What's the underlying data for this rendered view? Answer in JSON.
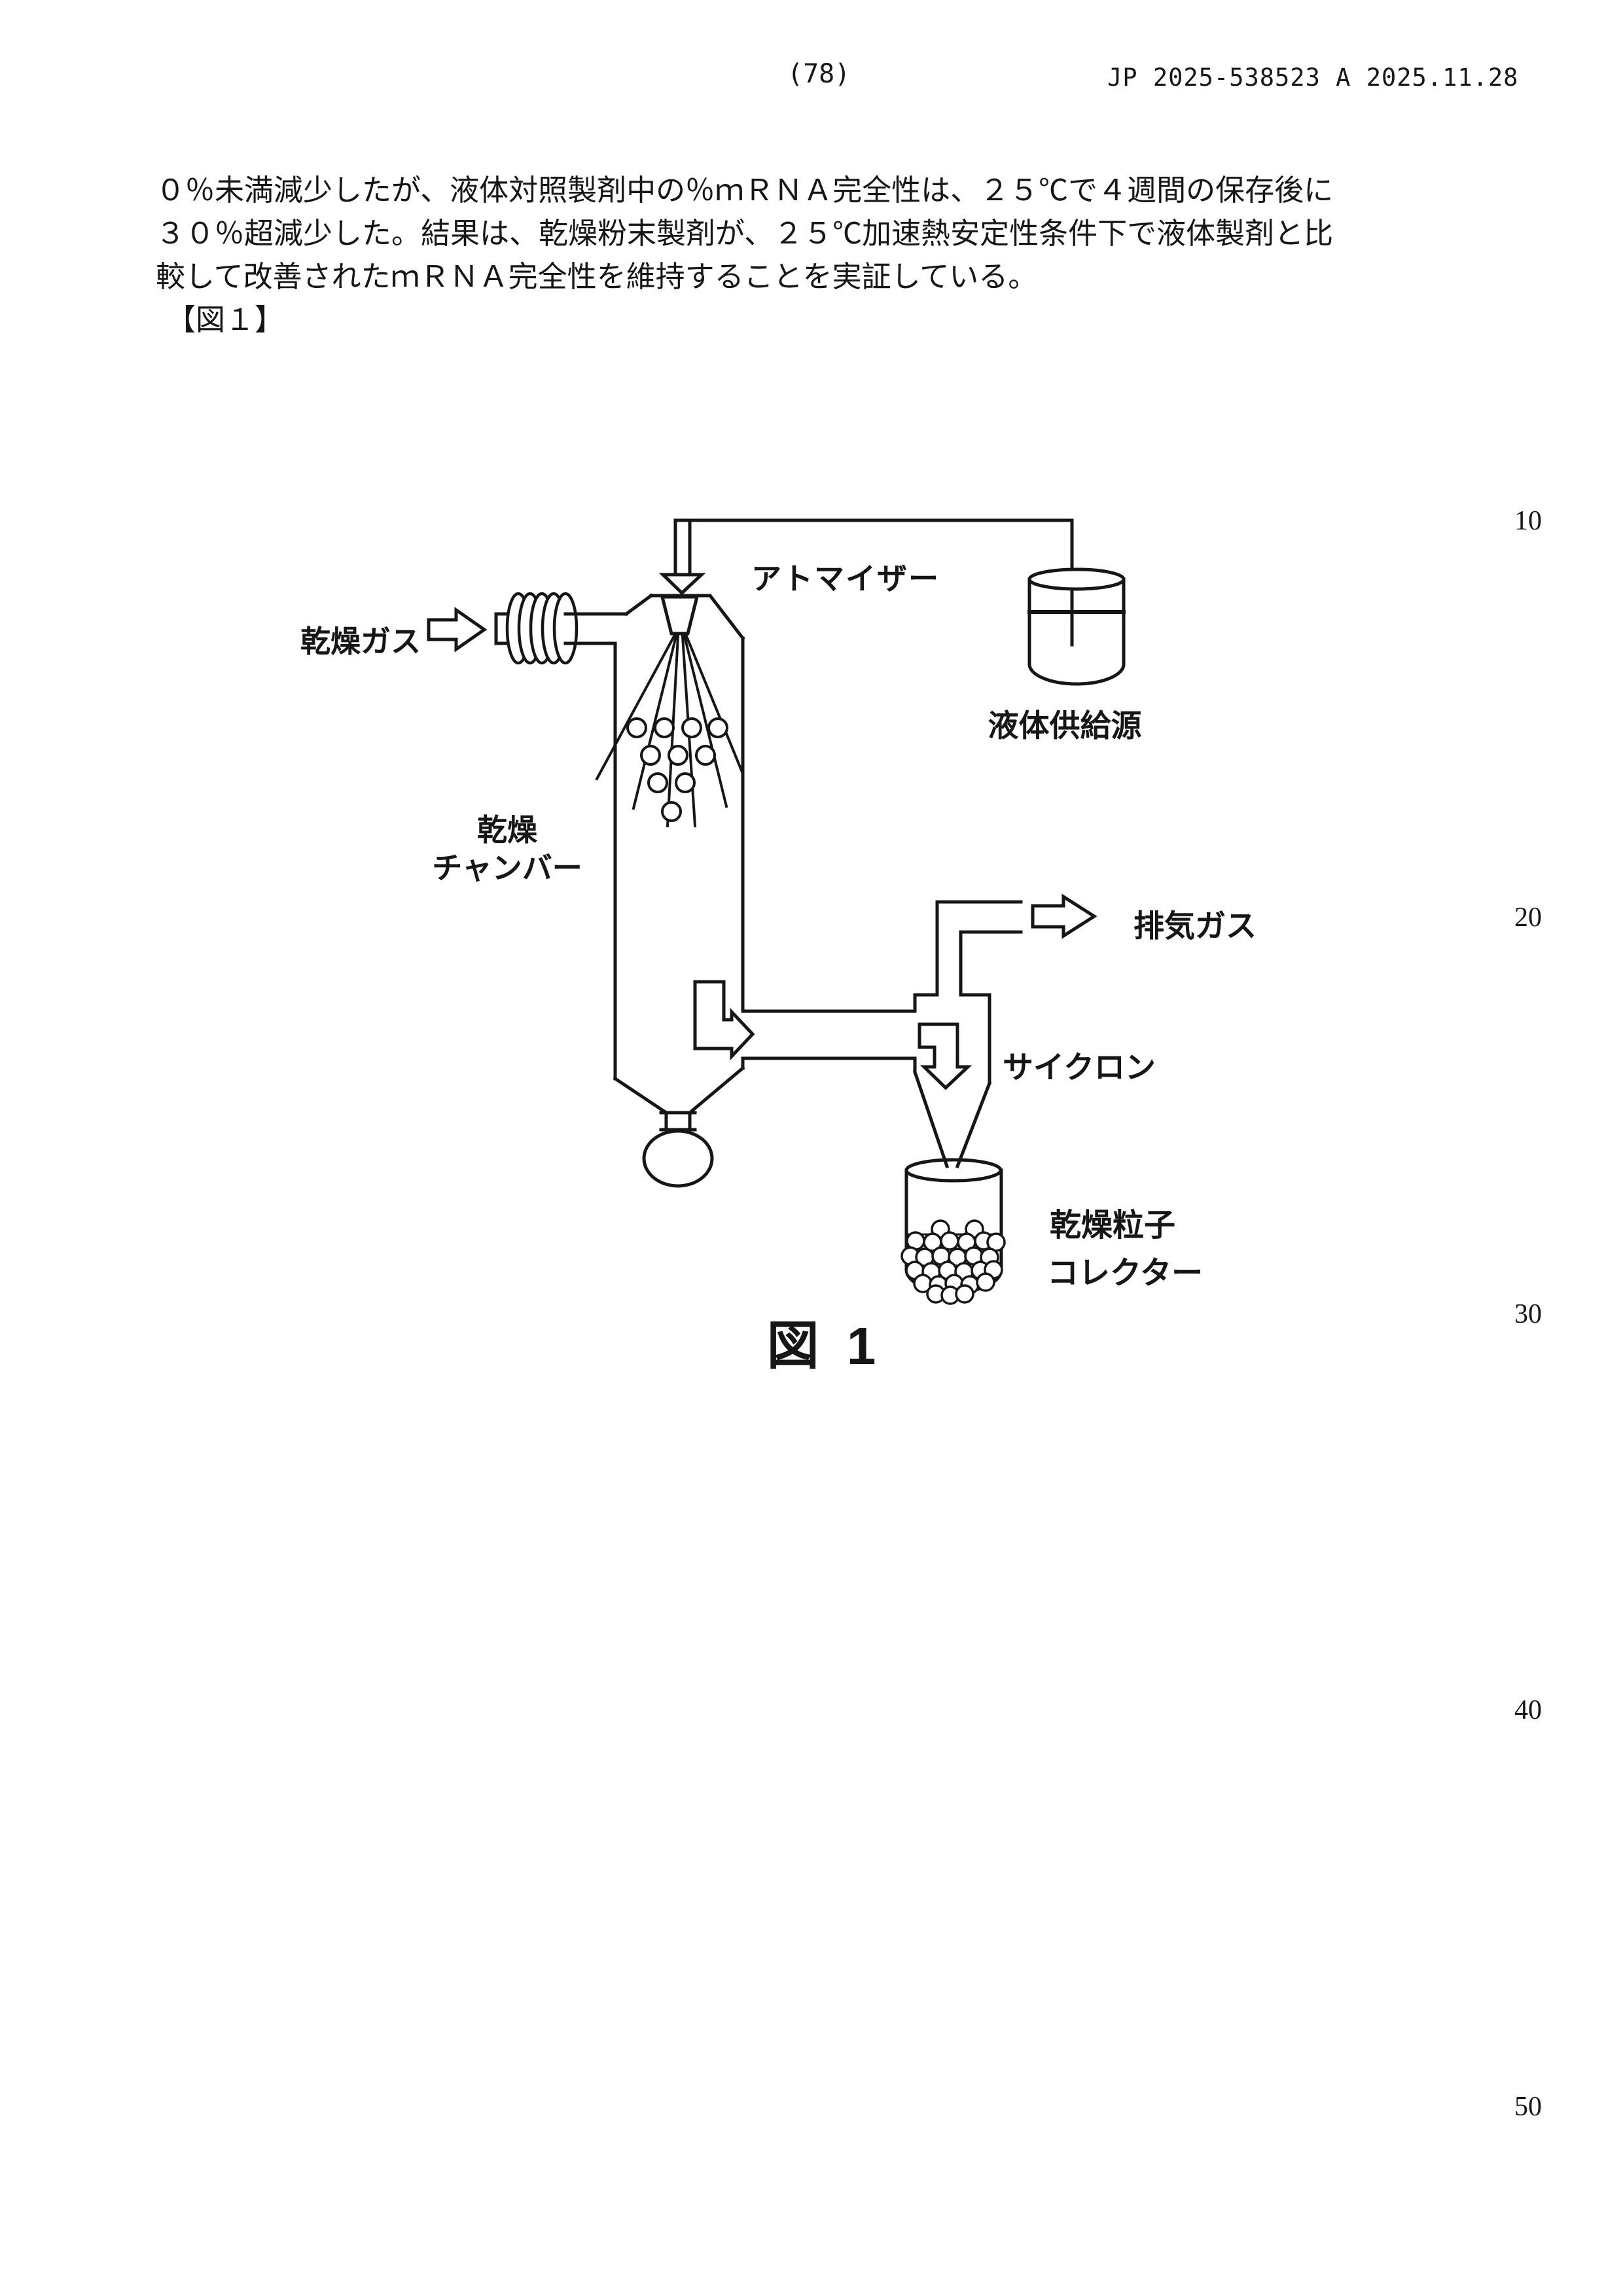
{
  "document": {
    "header": {
      "page_number": "(78)",
      "publication_line": "JP  2025-538523  A  2025.11.28"
    },
    "body_lines": [
      "０％未満減少したが、液体対照製剤中の％ｍＲＮＡ完全性は、２５℃で４週間の保存後に",
      "３０％超減少した。結果は、乾燥粉末製剤が、２５℃加速熱安定性条件下で液体製剤と比",
      "較して改善されたｍＲＮＡ完全性を維持することを実証している。"
    ],
    "figure_tag": "【図１】",
    "margin_line_numbers": [
      "10",
      "20",
      "30",
      "40",
      "50"
    ],
    "figure_caption": "図 1"
  },
  "diagram": {
    "labels": {
      "drying_gas": "乾燥ガス",
      "atomizer": "アトマイザー",
      "liquid_supply_source": "液体供給源",
      "drying_chamber_line1": "乾燥",
      "drying_chamber_line2": "チャンバー",
      "exhaust_gas": "排気ガス",
      "cyclone": "サイクロン",
      "dried_particle_collector_line1": "乾燥粒子",
      "dried_particle_collector_line2": "コレクター"
    },
    "ink_color": "#161616",
    "paper_color": "#ffffff"
  }
}
